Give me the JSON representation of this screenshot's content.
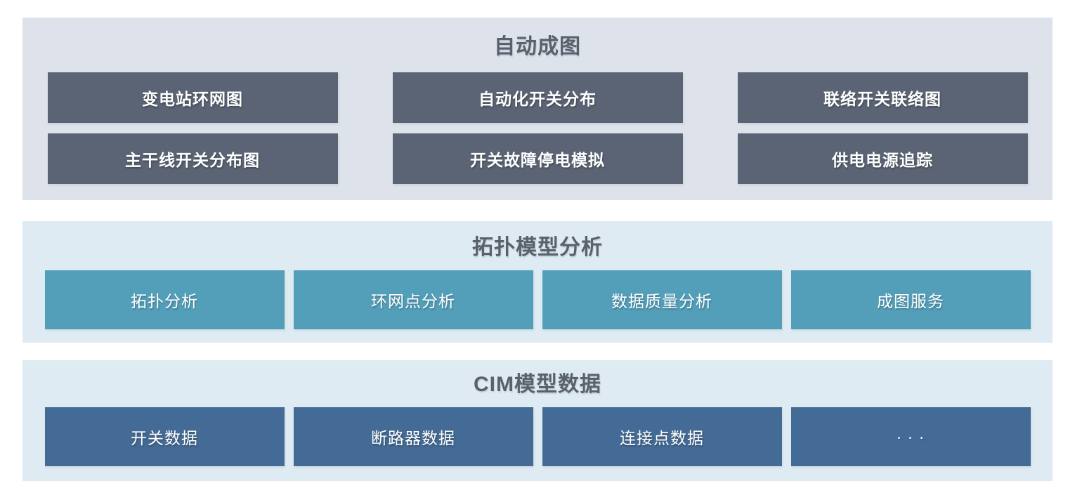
{
  "colors": {
    "page_bg": "#ffffff",
    "title_text": "#5a616e",
    "box_text": "#ffffff",
    "section1_bg": "#dde2eb",
    "section1_box_bg": "#5b6474",
    "section2_bg": "#deebf2",
    "section2_box_bg": "#539fba",
    "section3_bg": "#deebf2",
    "section3_box_bg": "#446b95"
  },
  "sections": [
    {
      "title": "自动成图",
      "bg": "#dde2eb",
      "box_bg": "#5b6474",
      "boxes": [
        "变电站环网图",
        "自动化开关分布",
        "联络开关联络图",
        "主干线开关分布图",
        "开关故障停电模拟",
        "供电电源追踪"
      ]
    },
    {
      "title": "拓扑模型分析",
      "bg": "#deebf2",
      "box_bg": "#539fba",
      "boxes": [
        "拓扑分析",
        "环网点分析",
        "数据质量分析",
        "成图服务"
      ]
    },
    {
      "title": "CIM模型数据",
      "bg": "#deebf2",
      "box_bg": "#446b95",
      "boxes": [
        "开关数据",
        "断路器数据",
        "连接点数据",
        "· · ·"
      ]
    }
  ]
}
